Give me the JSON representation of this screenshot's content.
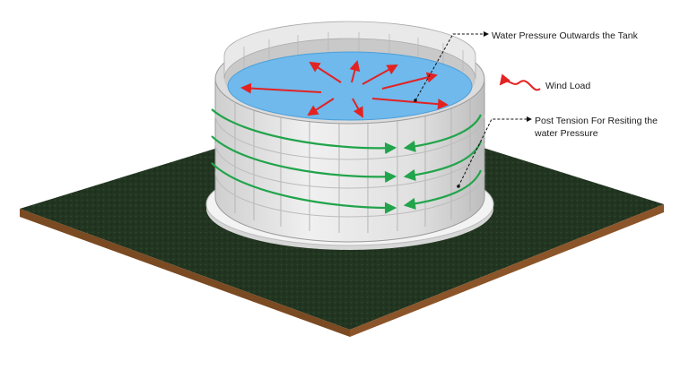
{
  "labels": {
    "water_pressure": "Water Pressure Outwards the Tank",
    "wind_load": "Wind Load",
    "post_tension_line1": "Post Tension For Resiting the",
    "post_tension_line2": "water Pressure"
  },
  "colors": {
    "pressure_arrows": "#e32222",
    "tension_arrows": "#21a44b",
    "water": "#6fb9ec",
    "ground": "#223521",
    "soil": "#7a4a22",
    "tank_wall": "#e4e4e4"
  },
  "icons": {
    "pressure_arrow": "arrow-right",
    "tension_arrow": "curved-arrow",
    "wind_symbol": "wavy-arrow"
  }
}
